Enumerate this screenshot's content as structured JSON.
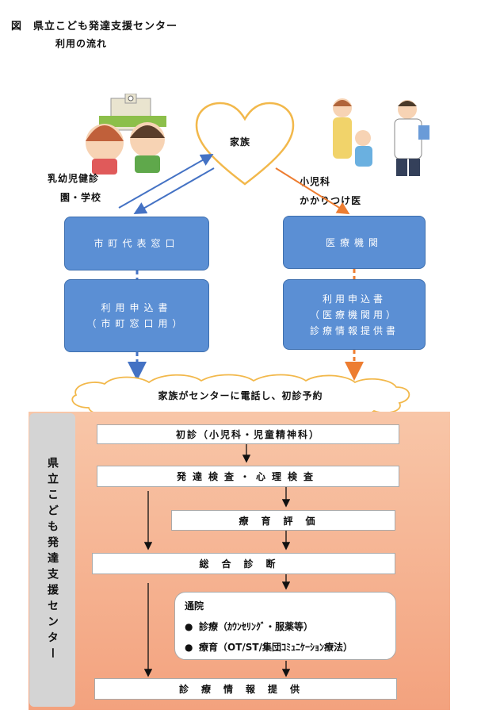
{
  "header": {
    "title": "図　県立こども発達支援センター",
    "subtitle": "利用の流れ"
  },
  "flow": {
    "family": "家族",
    "left_label_line1": "乳幼児健診",
    "left_label_line2": "園・学校",
    "right_label_line1": "小児科",
    "right_label_line2": "かかりつけ医",
    "municipal_window": "市町代表窓口",
    "application_municipal_line1": "利用申込書",
    "application_municipal_line2": "（市町窓口用）",
    "medical_institution": "医療機関",
    "application_medical_line1": "利用申込書",
    "application_medical_line2": "（医療機関用）",
    "application_medical_line3": "診療情報提供書",
    "phone_cloud": "家族がセンターに電話し、初診予約"
  },
  "center": {
    "sidebar_label": "県立こども発達支援センター",
    "first_visit": "初診（小児科・児童精神科）",
    "tests": "発達検査・心理検査",
    "evaluation": "療育評価",
    "diagnosis": "総合診断",
    "outpatient_title": "通院",
    "outpatient_item1": "診療（ｶｳﾝｾﾘﾝｸﾞ・服薬等）",
    "outpatient_item2": "療育（OT/ST/集団ｺﾐｭﾆｹｰｼｮﾝ療法）",
    "info_provision": "診療情報提供"
  },
  "colors": {
    "blue_box": "#5b8fd4",
    "blue_arrow": "#4472c4",
    "orange_arrow": "#ed7d31",
    "heart_stroke": "#f2b84b",
    "panel": "#f3a27e"
  },
  "illustrations": [
    "children-school-illustration",
    "family-doctor-illustration"
  ]
}
